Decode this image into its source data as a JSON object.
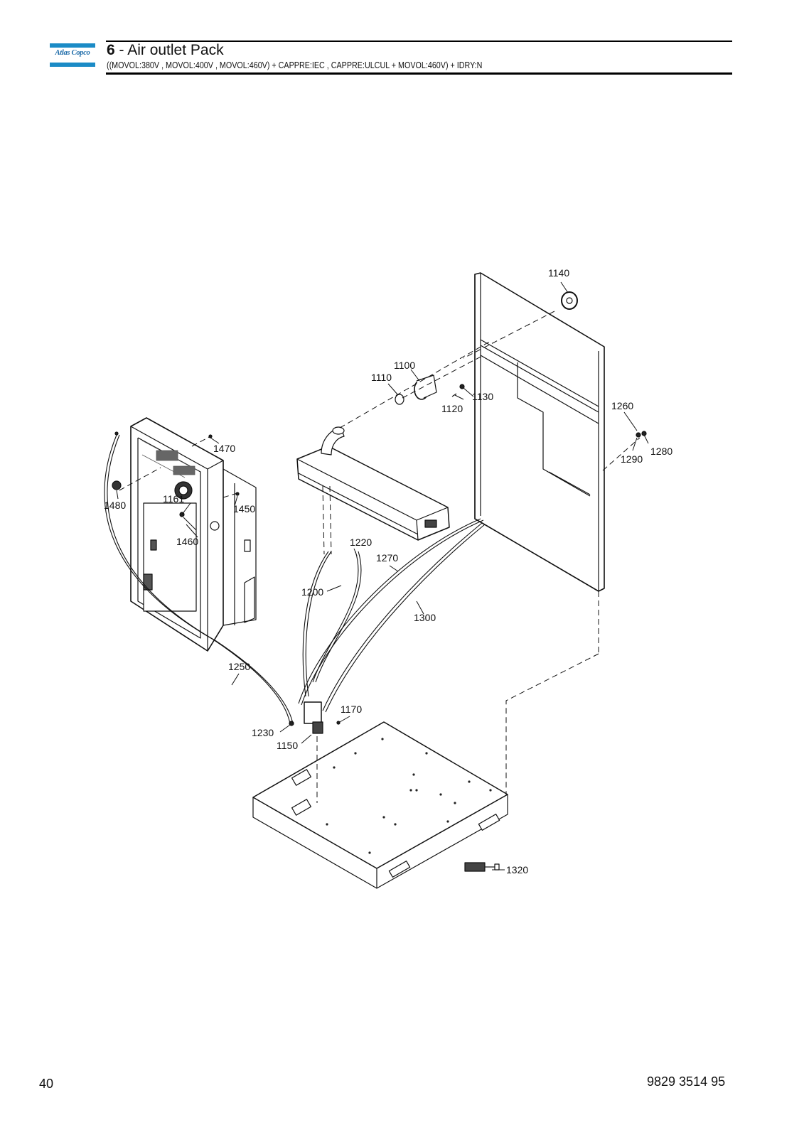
{
  "header": {
    "logo_text": "Atlas Copco",
    "section_number": "6",
    "section_separator": " - ",
    "section_title": "Air outlet Pack",
    "subtitle": "((MOVOL:380V , MOVOL:400V , MOVOL:460V) + CAPPRE:IEC , CAPPRE:ULCUL + MOVOL:460V) + IDRY:N"
  },
  "callouts": {
    "c1140": "1140",
    "c1100": "1100",
    "c1110": "1110",
    "c1120": "1120",
    "c1130": "1130",
    "c1260": "1260",
    "c1280": "1280",
    "c1290": "1290",
    "c1470": "1470",
    "c1480": "1480",
    "c1161": "1161",
    "c1450": "1450",
    "c1460": "1460",
    "c1220": "1220",
    "c1270": "1270",
    "c1200": "1200",
    "c1300": "1300",
    "c1250": "1250",
    "c1170": "1170",
    "c1230": "1230",
    "c1150": "1150",
    "c1320": "1320"
  },
  "footer": {
    "page_number": "40",
    "document_number": "9829 3514 95"
  },
  "colors": {
    "brand_blue": "#1b8bc6",
    "line": "#111111"
  }
}
